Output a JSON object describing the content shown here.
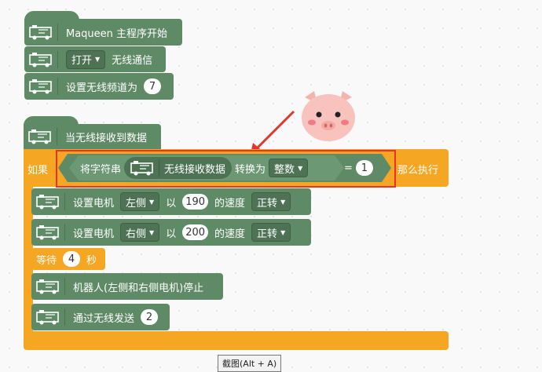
{
  "blocks": {
    "start": {
      "label": "Maqueen 主程序开始"
    },
    "radio_toggle": {
      "option": "打开",
      "label": "无线通信"
    },
    "radio_channel": {
      "label": "设置无线频道为",
      "value": "7"
    },
    "receive_hat": {
      "label": "当无线接收到数据"
    },
    "if_block": {
      "if_label": "如果",
      "then_label": "那么执行",
      "convert_label": "将字符串",
      "data_label": "无线接收数据",
      "to_label": "转换为",
      "type_option": "整数",
      "equals": "=",
      "compare_value": "1"
    },
    "motor_left": {
      "set_label": "设置电机",
      "side": "左侧",
      "by_label": "以",
      "speed": "190",
      "speed_label": "的速度",
      "dir": "正转"
    },
    "motor_right": {
      "set_label": "设置电机",
      "side": "右侧",
      "by_label": "以",
      "speed": "200",
      "speed_label": "的速度",
      "dir": "正转"
    },
    "wait": {
      "label": "等待",
      "value": "4",
      "unit": "秒"
    },
    "stop": {
      "label": "机器人(左侧和右侧电机)停止"
    },
    "send": {
      "label": "通过无线发送",
      "value": "2"
    }
  },
  "tooltip": "截图(Alt + A)",
  "colors": {
    "block_green": "#5f8a66",
    "control_orange": "#f5a623",
    "highlight_red": "#e8332b"
  },
  "icons": [
    "robot-car-icon",
    "pig-mascot-icon"
  ]
}
